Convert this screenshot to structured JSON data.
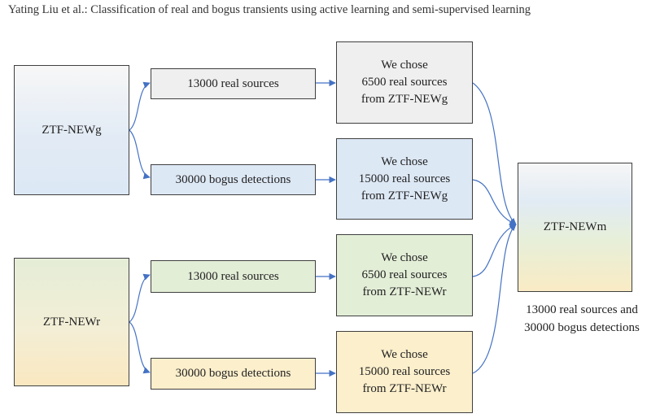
{
  "header": "Yating Liu  et al.: Classification of real and bogus transients using active learning and semi-supervised learning",
  "sources": {
    "g": "ZTF-NEWg",
    "r": "ZTF-NEWr",
    "m": "ZTF-NEWm"
  },
  "split": {
    "g_real": "13000 real sources",
    "g_bogus": "30000 bogus detections",
    "r_real": "13000 real sources",
    "r_bogus": "30000 bogus detections"
  },
  "chosen": {
    "g_real": [
      "We chose",
      "6500 real sources",
      "from ZTF-NEWg"
    ],
    "g_bogus": [
      "We chose",
      "15000 real sources",
      "from ZTF-NEWg"
    ],
    "r_real": [
      "We chose",
      "6500 real sources",
      "from ZTF-NEWr"
    ],
    "r_bogus": [
      "We chose",
      "15000 real sources",
      "from ZTF-NEWr"
    ]
  },
  "result_note": [
    "13000 real sources and",
    "30000 bogus detections"
  ],
  "colors": {
    "arrow": "#4472c4",
    "border": "#3f3f3f",
    "gray_fill": "#efefef",
    "blue_fill": "#dde8f5",
    "green_fill": "#e3eed7",
    "yellow_fill": "#fcefcc"
  }
}
